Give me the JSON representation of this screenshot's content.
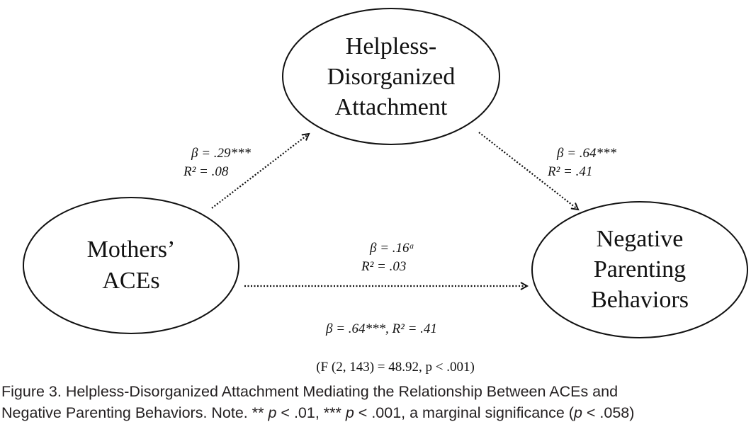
{
  "nodes": {
    "mediator": {
      "lines": [
        "Helpless-",
        "Disorganized",
        "Attachment"
      ]
    },
    "predictor": {
      "lines": [
        "Mothers’",
        "ACEs"
      ]
    },
    "outcome": {
      "lines": [
        "Negative",
        "Parenting",
        "Behaviors"
      ]
    }
  },
  "paths": {
    "a": {
      "beta_label": "β = .29***",
      "r2_label": "R² = .08"
    },
    "b": {
      "beta_label": "β = .64***",
      "r2_label": "R² = .41"
    },
    "c_prime": {
      "beta_label": "β = .16ᵃ",
      "r2_label": "R² = .03"
    }
  },
  "total": {
    "model_label": "β = .64***, R² = .41",
    "f_test": "(F (2, 143) = 48.92, p < .001)"
  },
  "caption": {
    "line1": "Figure 3. Helpless-Disorganized Attachment Mediating the Relationship Between ACEs and",
    "line2_a": "Negative Parenting Behaviors. Note.   ** ",
    "line2_b": "p",
    "line2_c": " < .01,  *** ",
    "line2_d": "p",
    "line2_e": " < .001,  a marginal significance (",
    "line2_f": "p",
    "line2_g": " < .058)"
  }
}
